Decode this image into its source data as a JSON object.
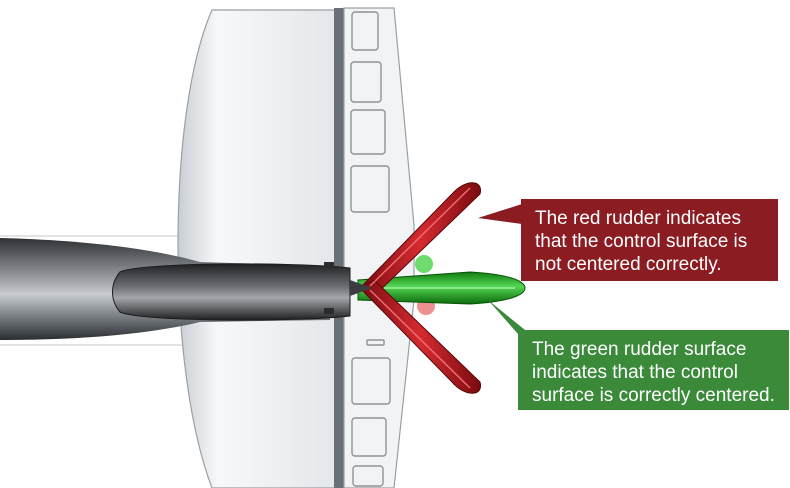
{
  "callouts": {
    "red": {
      "lines": [
        "The red rudder indicates",
        "that the control surface is",
        "not centered correctly."
      ],
      "color": "#8b1c22"
    },
    "green": {
      "lines": [
        "The green rudder surface",
        "indicates that the control",
        "surface is correctly centered."
      ],
      "color": "#3a8a3a"
    }
  },
  "colors": {
    "red_rudder": "#b3181f",
    "green_rudder": "#2fae2f",
    "fuselage": "#505458",
    "stabilizer": "#eef0f2"
  }
}
